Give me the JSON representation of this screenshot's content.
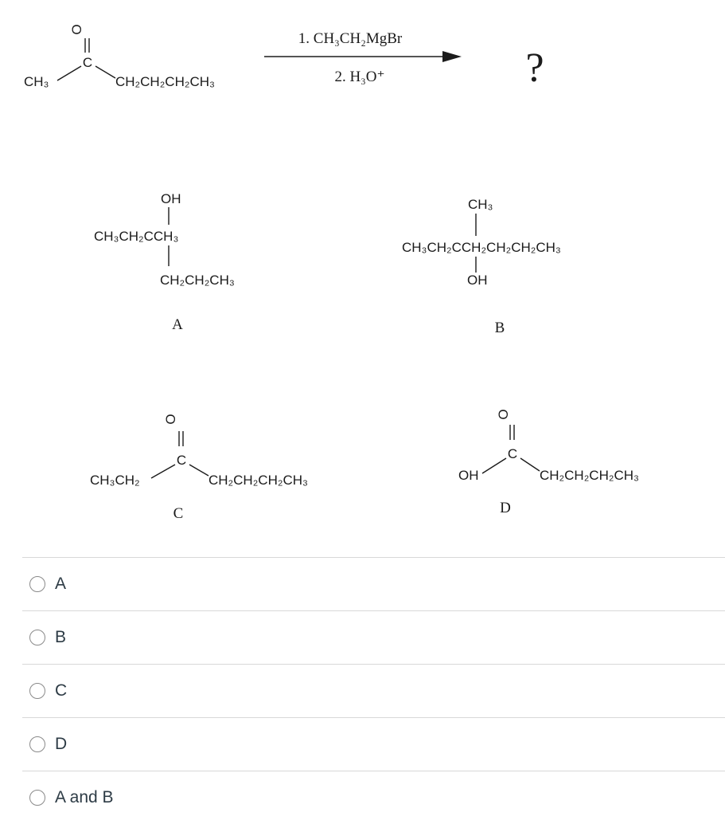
{
  "question": {
    "reactant": {
      "oxygen": "O",
      "carbon": "C",
      "left_group": "CH3",
      "right_group": "CH2CH2CH2CH3"
    },
    "reagent_1": "1. CH3CH2MgBr",
    "reagent_2": "2. H3O+",
    "unknown_product": "?"
  },
  "structures": {
    "A": {
      "label": "A",
      "top": "OH",
      "main": "CH3CH2CCH3",
      "bottom": "CH2CH2CH3"
    },
    "B": {
      "label": "B",
      "top": "CH3",
      "main": "CH3CH2CCH2CH2CH2CH3",
      "bottom": "OH"
    },
    "C": {
      "label": "C",
      "oxygen": "O",
      "carbon": "C",
      "left_group": "CH3CH2",
      "right_group": "CH2CH2CH2CH3"
    },
    "D": {
      "label": "D",
      "oxygen": "O",
      "carbon": "C",
      "left_group": "OH",
      "right_group": "CH2CH2CH2CH3"
    }
  },
  "options": [
    {
      "label": "A",
      "selected": false
    },
    {
      "label": "B",
      "selected": false
    },
    {
      "label": "C",
      "selected": false
    },
    {
      "label": "D",
      "selected": false
    },
    {
      "label": "A and B",
      "selected": false
    }
  ]
}
